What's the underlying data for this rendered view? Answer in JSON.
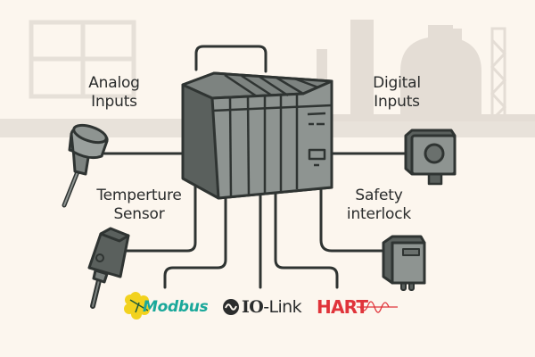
{
  "title": "PLC I/O connectivity overview",
  "colors": {
    "background": "#fcf6ee",
    "background_band": "#e8e2da",
    "silhouette": "#e4ddd5",
    "device_body": "#8e9491",
    "device_dark": "#5a605d",
    "outline": "#2f3432",
    "wire": "#2f3432",
    "modbus_green": "#1aa89a",
    "modbus_yellow": "#f2d21e",
    "hart_red": "#e0343a"
  },
  "labels": {
    "analog_inputs": [
      "Analog",
      "Inputs"
    ],
    "digital_inputs": [
      "Digital",
      "Inputs"
    ],
    "temperature_sensor": [
      "Temperture",
      "Sensor"
    ],
    "safety_interlock": [
      "Safety",
      "interlock"
    ]
  },
  "protocols": {
    "modbus": "Modbus",
    "iolink_bold": "IO",
    "iolink_rest": "-Link",
    "hart": "HART"
  },
  "icons": {
    "plc": "plc-controller-icon",
    "analog_sensor": "analog-probe-sensor-icon",
    "temperature_sensor": "temperature-sensor-icon",
    "digital_sensor": "proximity-sensor-icon",
    "safety_interlock": "safety-interlock-switch-icon"
  }
}
